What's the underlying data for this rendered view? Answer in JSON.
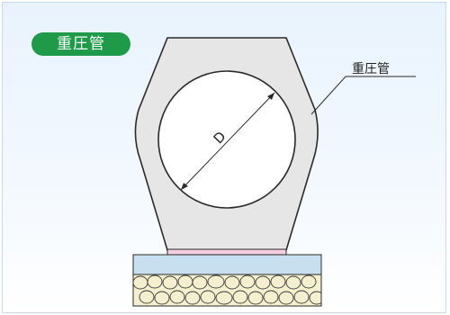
{
  "header": {
    "badge_label": "重圧管"
  },
  "diagram": {
    "callout_label": "重圧管",
    "diameter_label": "D"
  },
  "colors": {
    "badge_green": "#1e9a49",
    "pipe_fill": "#e6e6e6",
    "outline": "#2a2a2a",
    "bedding_pink": "#f3cfe3",
    "foundation_blue": "#c8dff0",
    "gravel_fill": "#f4efcf"
  }
}
